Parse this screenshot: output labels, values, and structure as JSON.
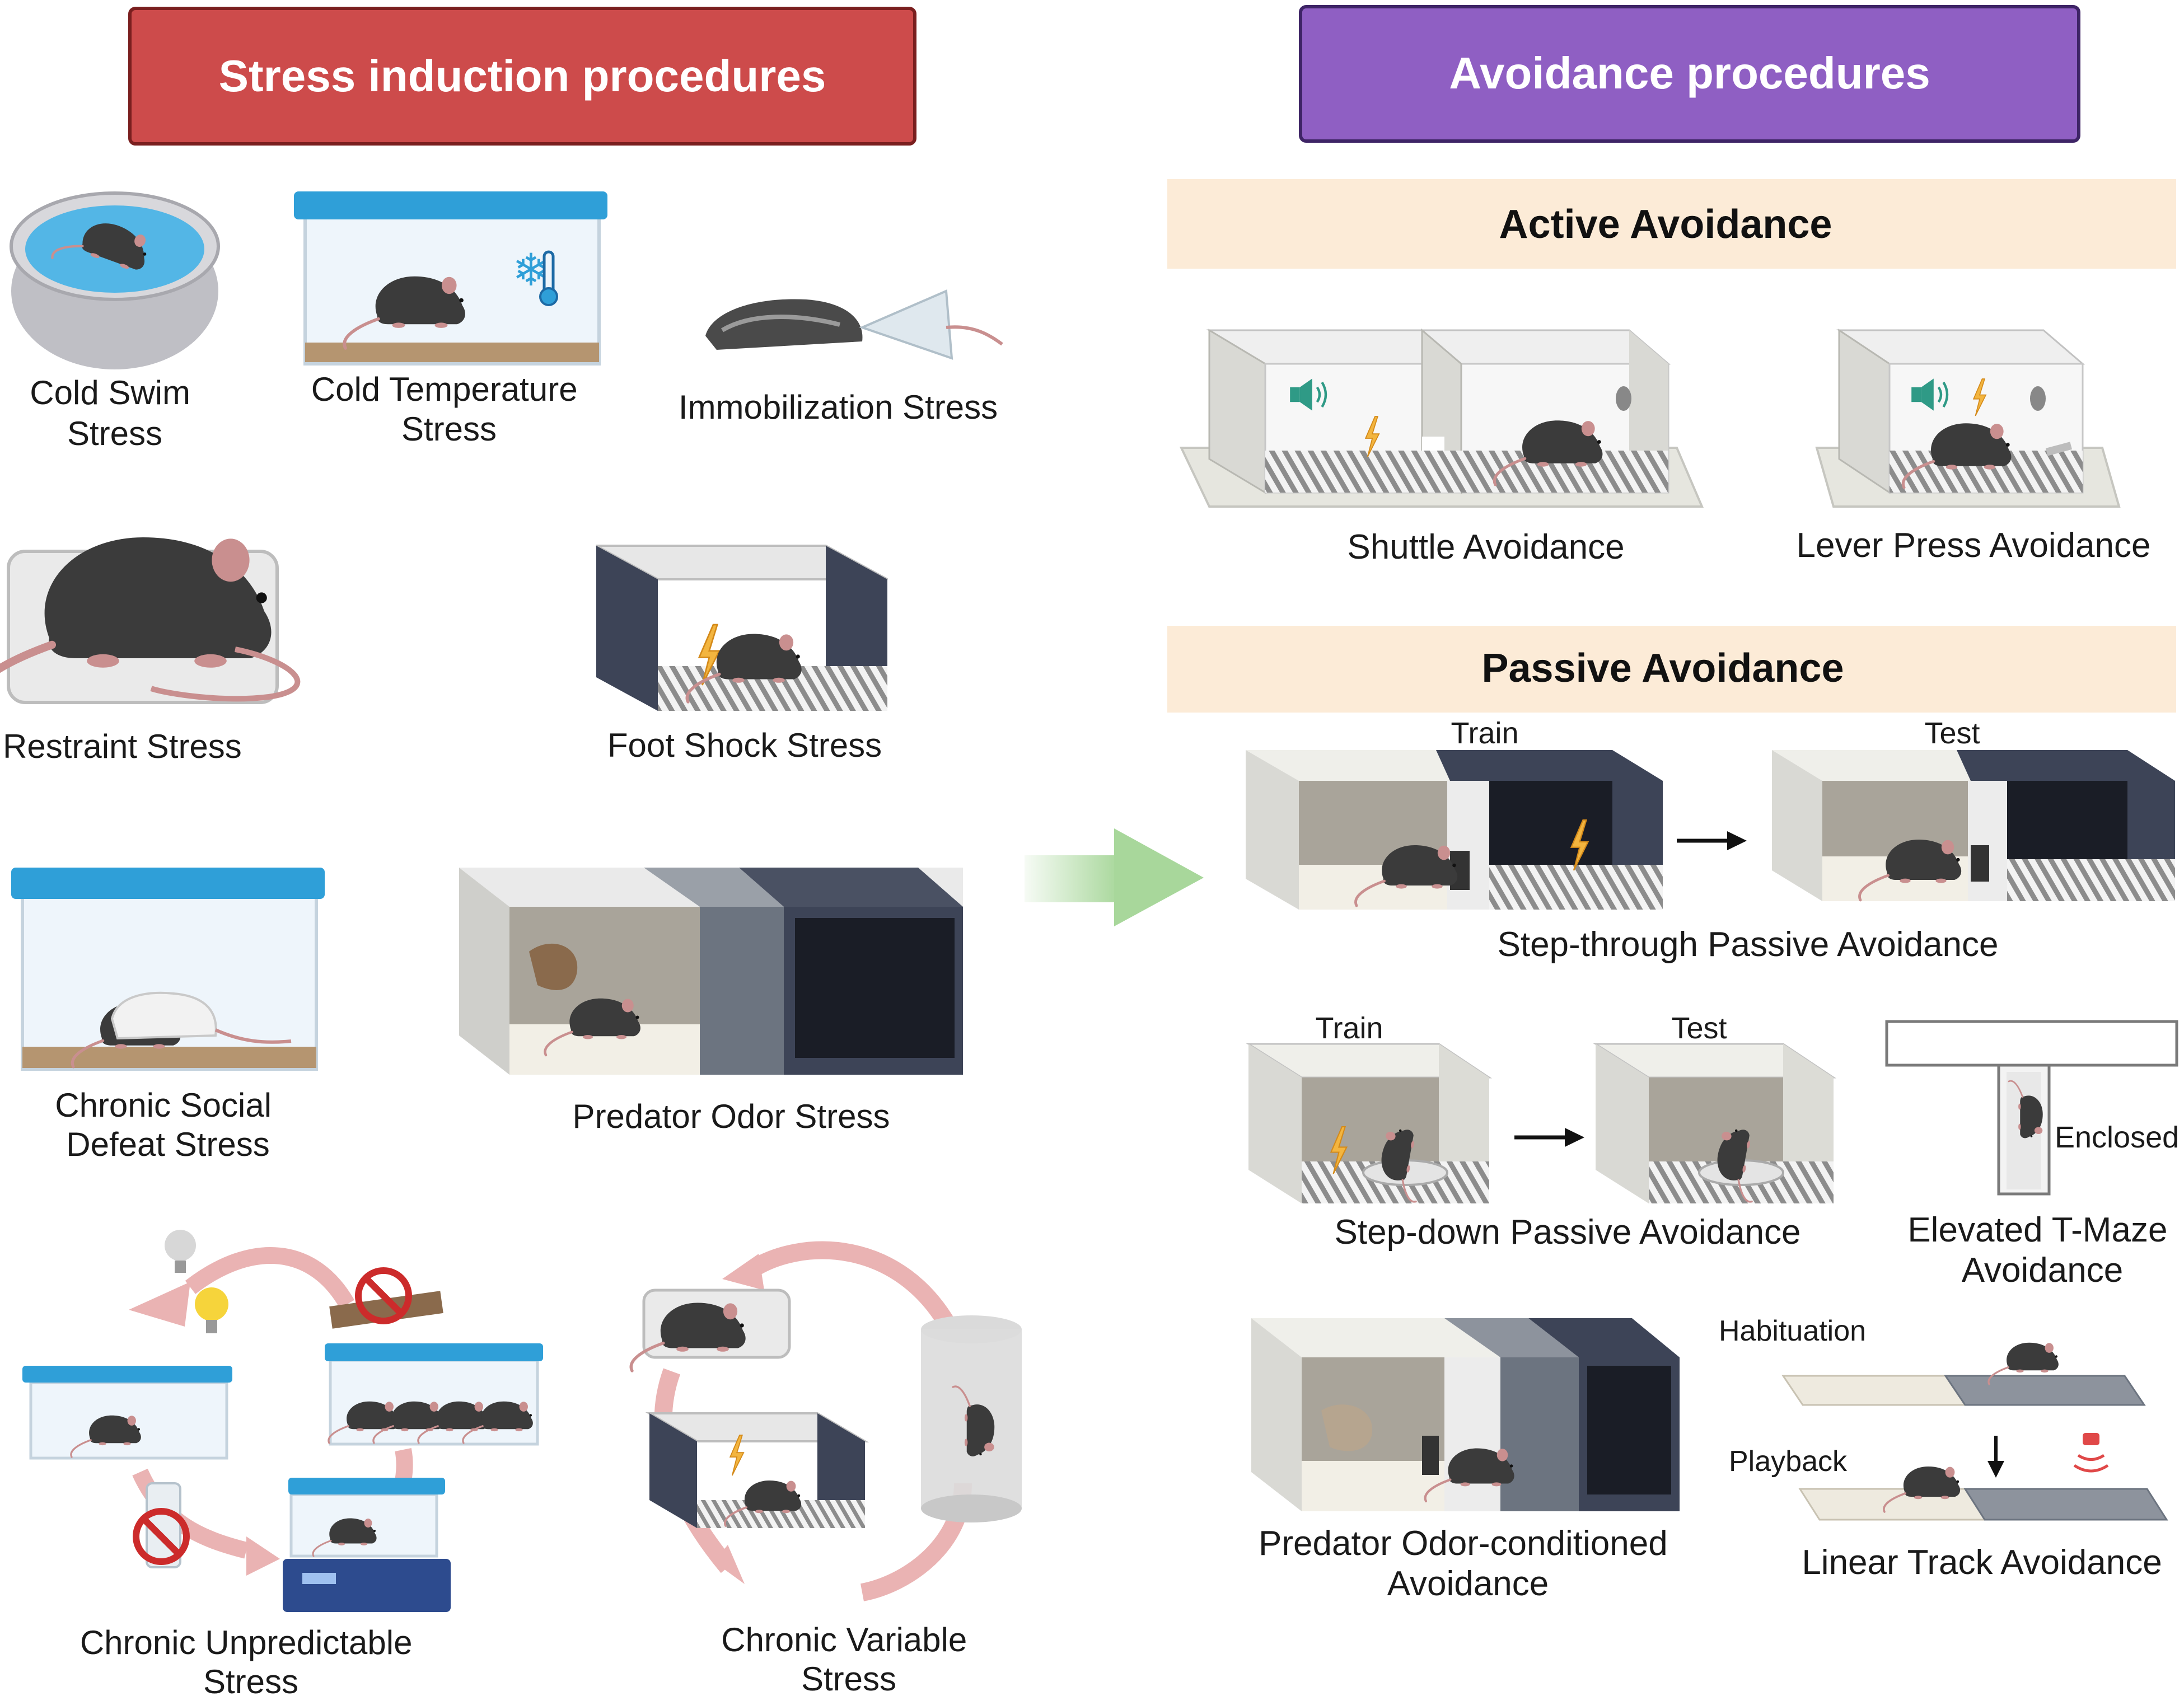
{
  "colors": {
    "stress_header": "#cd4b4b",
    "avoid_header": "#8f5fc3",
    "subheader_bg": "#fcebd7",
    "arrow_green": "#a8d79b",
    "cycle_pink": "#eab3b3",
    "mouse_black": "#3b3b3b",
    "mouse_white": "#f2f2f2",
    "cage_blue": "#2f9fd8",
    "grid": "#8c8c8c",
    "dark_box": "#3d4457",
    "light_box": "#d9d9d4",
    "shock": "#f3b53f"
  },
  "headers": {
    "stress": "Stress induction procedures",
    "avoidance": "Avoidance procedures"
  },
  "subheaders": {
    "active": "Active Avoidance",
    "passive": "Passive Avoidance"
  },
  "stress_items": {
    "cold_swim": [
      "Cold Swim",
      "Stress"
    ],
    "cold_temp": [
      "Cold Temperature",
      "Stress"
    ],
    "immobilization": "Immobilization Stress",
    "restraint": "Restraint Stress",
    "foot_shock": "Foot Shock Stress",
    "social_defeat": [
      "Chronic Social",
      "Defeat Stress"
    ],
    "predator_odor": "Predator Odor Stress",
    "unpredictable": [
      "Chronic Unpredictable",
      "Stress"
    ],
    "variable": [
      "Chronic Variable",
      "Stress"
    ]
  },
  "avoidance_items": {
    "shuttle": "Shuttle Avoidance",
    "lever": "Lever Press Avoidance",
    "step_through": "Step-through Passive Avoidance",
    "step_down": "Step-down Passive Avoidance",
    "tmaze": [
      "Elevated T-Maze",
      "Avoidance"
    ],
    "enclosed": "Enclosed",
    "odor_conditioned": [
      "Predator Odor-conditioned",
      "Avoidance"
    ],
    "linear_track": "Linear Track Avoidance",
    "train": "Train",
    "test": "Test",
    "habituation": "Habituation",
    "playback": "Playback"
  },
  "icons": [
    "mouse-icon",
    "cage-icon",
    "snowflake-icon",
    "thermometer-icon",
    "lightning-icon",
    "speaker-icon",
    "light-bulb-icon",
    "no-food-icon",
    "no-water-icon",
    "shaker-icon",
    "predator-odor-icon",
    "right-arrow-icon"
  ]
}
